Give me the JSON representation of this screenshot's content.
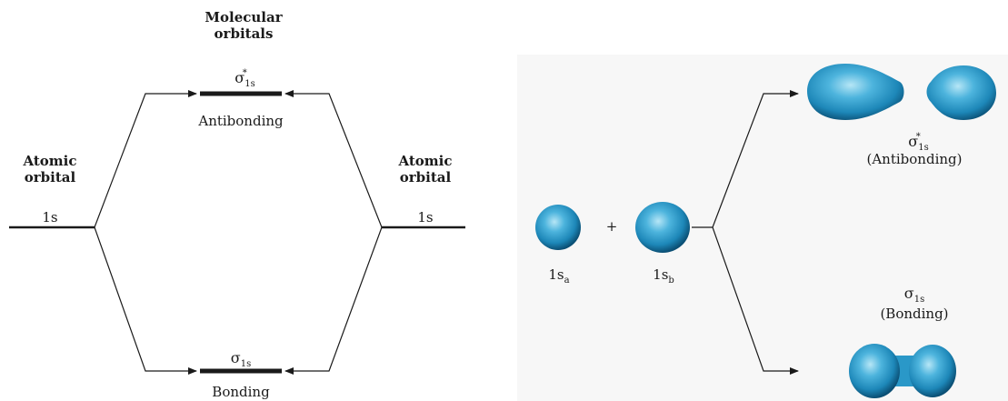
{
  "energy_diagram": {
    "molecular_orbitals_heading": [
      "Molecular",
      "orbitals"
    ],
    "left_atomic_heading": [
      "Atomic",
      "orbital"
    ],
    "right_atomic_heading": [
      "Atomic",
      "orbital"
    ],
    "left_level_label": "1s",
    "right_level_label": "1s",
    "antibonding_symbol": "σ",
    "antibonding_subscript": "1s",
    "antibonding_superscript": "*",
    "antibonding_label": "Antibonding",
    "bonding_symbol": "σ",
    "bonding_subscript": "1s",
    "bonding_label": "Bonding"
  },
  "orbital_picture": {
    "atom_a_label": "1s",
    "atom_a_subscript": "a",
    "plus_sign": "+",
    "atom_b_label": "1s",
    "atom_b_subscript": "b",
    "antibonding_symbol": "σ",
    "antibonding_subscript": "1s",
    "antibonding_superscript": "*",
    "antibonding_caption": "(Antibonding)",
    "bonding_symbol": "σ",
    "bonding_subscript": "1s",
    "bonding_caption": "(Bonding)"
  },
  "colors": {
    "orbital_highlight": "#8fd3ec",
    "orbital_mid": "#2f9fcf",
    "orbital_dark": "#0d5f8a",
    "line": "#1a1a1a"
  }
}
